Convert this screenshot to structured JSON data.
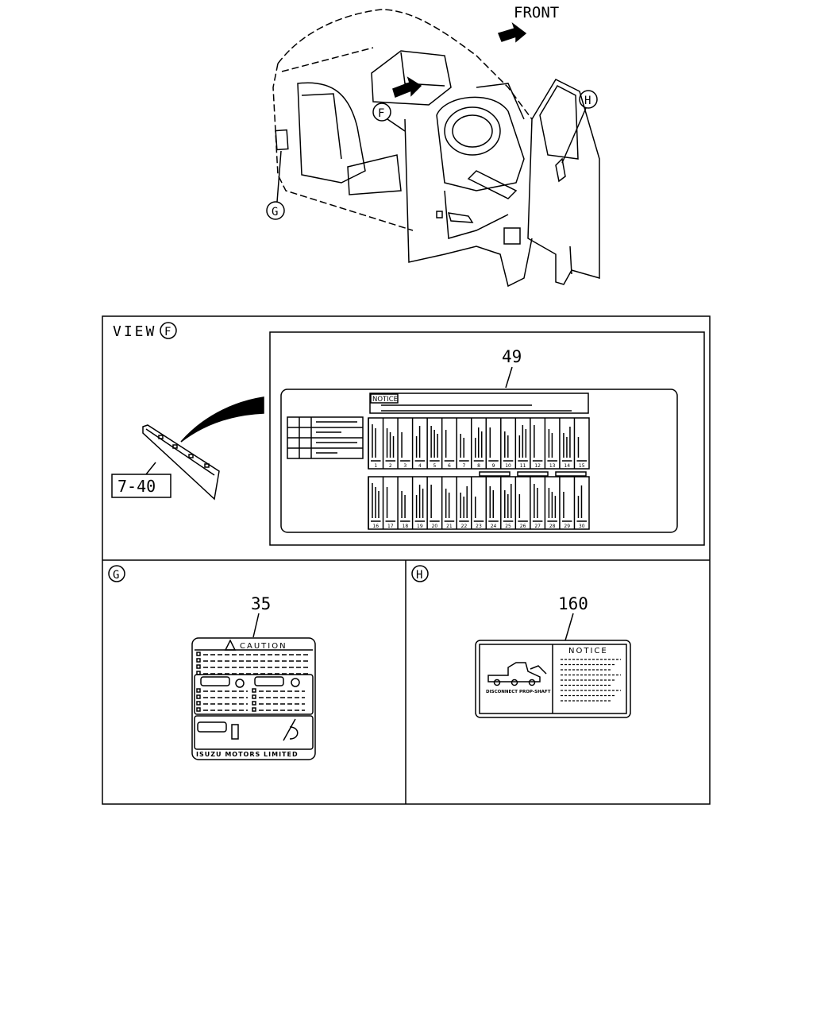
{
  "figure": {
    "front_label": "FRONT",
    "cab_callouts": [
      "F",
      "G",
      "H"
    ]
  },
  "view_f": {
    "label": "VIEW",
    "circle": "F",
    "ref_label": "7-40",
    "part_number": "49",
    "notice_title": "NOTICE",
    "fuse_numbers_top": [
      "1",
      "2",
      "3",
      "4",
      "5",
      "6",
      "7",
      "8",
      "9",
      "10",
      "11",
      "12",
      "13",
      "14",
      "15"
    ],
    "fuse_numbers_bottom": [
      "16",
      "17",
      "18",
      "19",
      "20",
      "21",
      "22",
      "23",
      "24",
      "25",
      "26",
      "27",
      "28",
      "29",
      "30"
    ]
  },
  "view_g": {
    "circle": "G",
    "part_number": "35",
    "caution_title": "CAUTION",
    "footer": "ISUZU MOTORS LIMITED"
  },
  "view_h": {
    "circle": "H",
    "part_number": "160",
    "notice_title": "NOTICE",
    "caption": "DISCONNECT PROP-SHAFT"
  }
}
